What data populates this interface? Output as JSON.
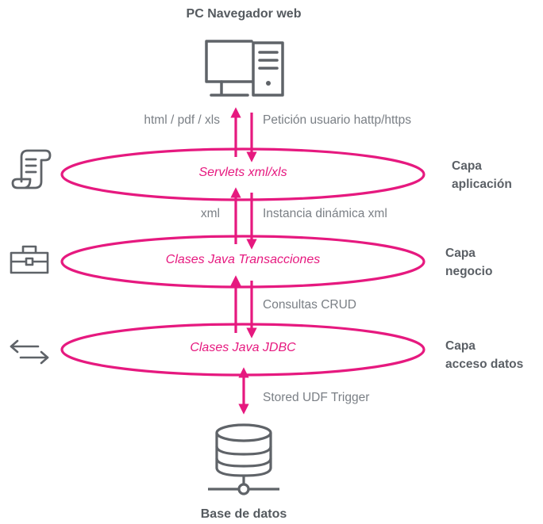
{
  "colors": {
    "accent": "#e6197f",
    "icon": "#5f6368",
    "text": "#7a7f85",
    "heading": "#555a5f"
  },
  "top_node": {
    "title": "PC Navegador web",
    "icon": "desktop-computer-icon"
  },
  "bottom_node": {
    "title": "Base de datos",
    "icon": "database-server-icon"
  },
  "layers": [
    {
      "name": "Servlets xml/xls",
      "capa_line1": "Capa",
      "capa_line2": "aplicación",
      "icon": "scroll-document-icon"
    },
    {
      "name": "Clases Java Transacciones",
      "capa_line1": "Capa",
      "capa_line2": "negocio",
      "icon": "briefcase-icon"
    },
    {
      "name": "Clases Java JDBC",
      "capa_line1": "Capa",
      "capa_line2": "acceso datos",
      "icon": "bidirectional-arrows-icon"
    }
  ],
  "flows": {
    "browser_app_left": "html / pdf / xls",
    "browser_app_right": "Petición usuario hattp/https",
    "app_business_left": "xml",
    "app_business_right": "Instancia dinámica xml",
    "business_data_right": "Consultas CRUD",
    "data_db_right": "Stored UDF Trigger"
  }
}
